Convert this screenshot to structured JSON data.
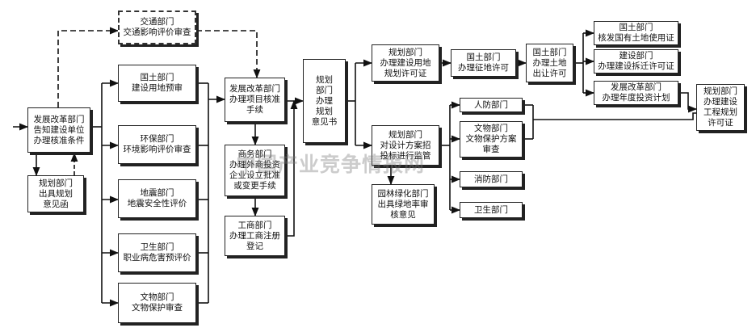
{
  "nodes": {
    "dev_notify": "发展改革部门\n告知建设单位\n办理核准条件",
    "plan_opinion_letter": "规划部门\n出具规划\n意见函",
    "transport_review": "交通部门\n交通影响评价审查",
    "land_preview": "国土部门\n建设用地预审",
    "env_review": "环保部门\n环境影响评价审查",
    "quake_review": "地震部门\n地震安全性评价",
    "health_review": "卫生部门\n职业病危害预评价",
    "relic_review": "文物部门\n文物保护审查",
    "dev_approval": "发展改革部门\n办理项目核准\n手续",
    "commerce": "商务部门\n办理外商投资\n企业设立批准\n或变更手续",
    "industry_reg": "工商部门\n办理工商注册\n登记",
    "plan_opinion_book": "规划\n部门\n办理\n规划\n意见书",
    "plan_land_permit": "规划部门\n办理建设用地\n规划许可证",
    "plan_supervise": "规划部门\n对设计方案招\n投标进行监管",
    "garden_review": "园林绿化部门\n出具绿地率审\n核意见",
    "land_acquire": "国土部门\n办理征地许可",
    "land_transfer": "国土部门\n办理土地\n出让许可",
    "land_cert": "国土部门\n核发国有土地使用证",
    "demolition": "建设部门\n办理建设拆迁许可证",
    "annual_invest": "发展改革部门\n办理年度投资计划",
    "civil_defense": "人防部门",
    "relic_plan": "文物部门\n文物保护方案\n审查",
    "fire": "消防部门",
    "health": "卫生部门",
    "plan_eng_permit": "规划部门\n办理建设\n工程规划\n许可证"
  },
  "watermark": "中国产业竞争情报网"
}
